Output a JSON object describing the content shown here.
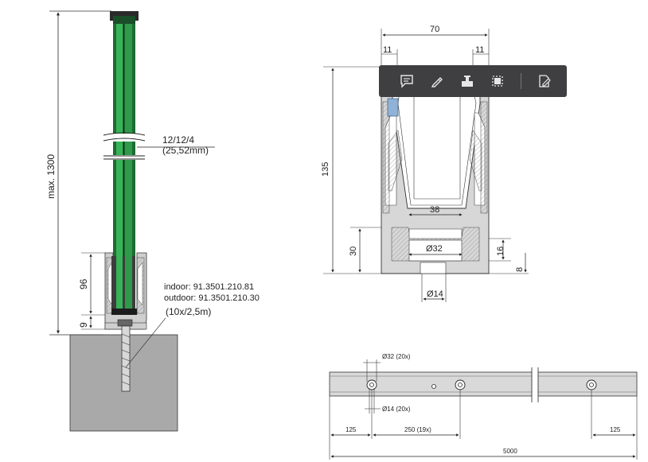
{
  "left_view": {
    "height_label": "max. 1300",
    "glass_label_1": "12/12/4",
    "glass_label_2": "(25,52mm)",
    "dim_96": "96",
    "dim_9": "9",
    "product_indoor": "indoor: 91.3501.210.81",
    "product_outdoor": "outdoor: 91.3501.210.30",
    "anchor_label": "(10x/2,5m)"
  },
  "profile_view": {
    "width_total": "70",
    "lip_left": "11",
    "lip_right": "11",
    "height_total": "135",
    "inner_width": "38",
    "base_height": "30",
    "slot_diameter": "Ø32",
    "bottom_offset": "16",
    "base_thickness": "8",
    "hole_diameter": "Ø14"
  },
  "rail_view": {
    "hole_large": "Ø32 (20x)",
    "hole_small": "Ø14 (20x)",
    "edge_left": "125",
    "pitch": "250 (19x)",
    "edge_right": "125",
    "length": "5000"
  },
  "toolbar": {
    "icons": [
      "comment-icon",
      "highlight-pen-icon",
      "stamp-icon",
      "selection-icon",
      "edit-document-icon"
    ]
  },
  "colors": {
    "glass_green": "#2f9a4a",
    "profile_gray": "#d7d7d7",
    "concrete": "#a9a9a9",
    "toolbar_bg": "#3f3f41"
  }
}
